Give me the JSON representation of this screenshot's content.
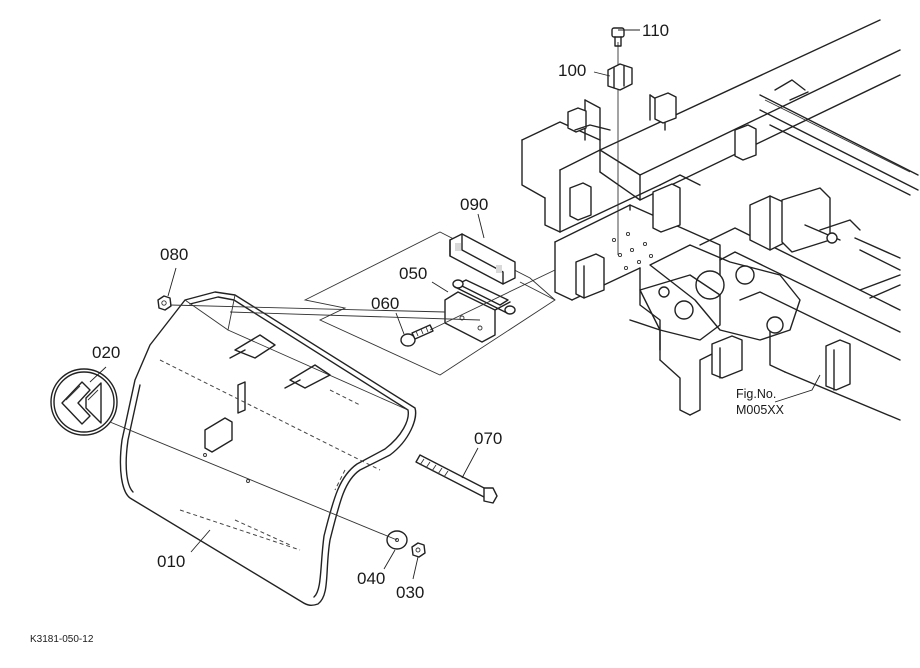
{
  "diagram": {
    "fig_ref": {
      "line1": "Fig.No.",
      "line2": "M005XX"
    },
    "drawing_code": "K3181-050-12",
    "parts": {
      "p010": "010",
      "p020": "020",
      "p030": "030",
      "p040": "040",
      "p050": "050",
      "p060": "060",
      "p070": "070",
      "p080": "080",
      "p090": "090",
      "p100": "100",
      "p110": "110"
    }
  }
}
